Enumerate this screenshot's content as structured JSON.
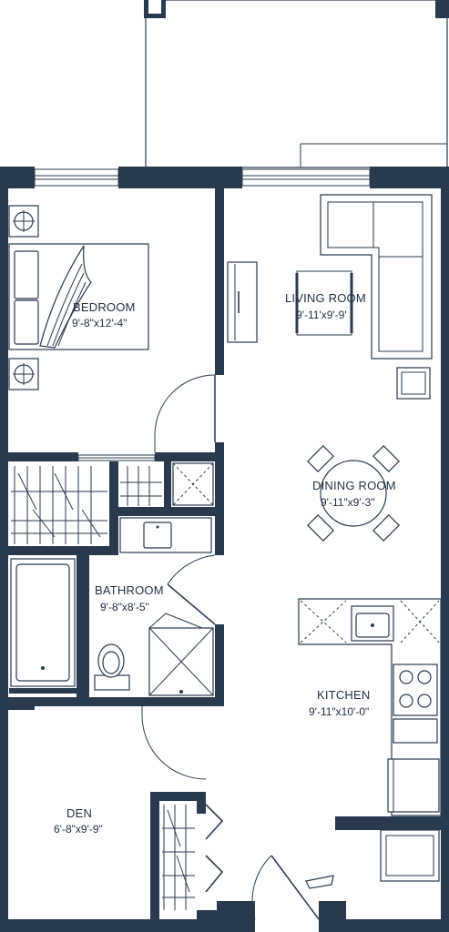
{
  "rooms": {
    "bedroom": {
      "name": "BEDROOM",
      "dims": "9'-8\"x12'-4\""
    },
    "living_room": {
      "name": "LIVING ROOM",
      "dims": "9'-11'x9'-9'"
    },
    "dining_room": {
      "name": "DINING ROOM",
      "dims": "9'-11\"x9'-3\""
    },
    "bathroom": {
      "name": "BATHROOM",
      "dims": "9'-8\"x8'-5\""
    },
    "kitchen": {
      "name": "KITCHEN",
      "dims": "9'-11\"x10'-0\""
    },
    "den": {
      "name": "DEN",
      "dims": "6'-8\"x9'-9\""
    }
  },
  "colors": {
    "wall": "#2a3a4e",
    "background": "#ffffff",
    "text": "#1f2e40"
  }
}
